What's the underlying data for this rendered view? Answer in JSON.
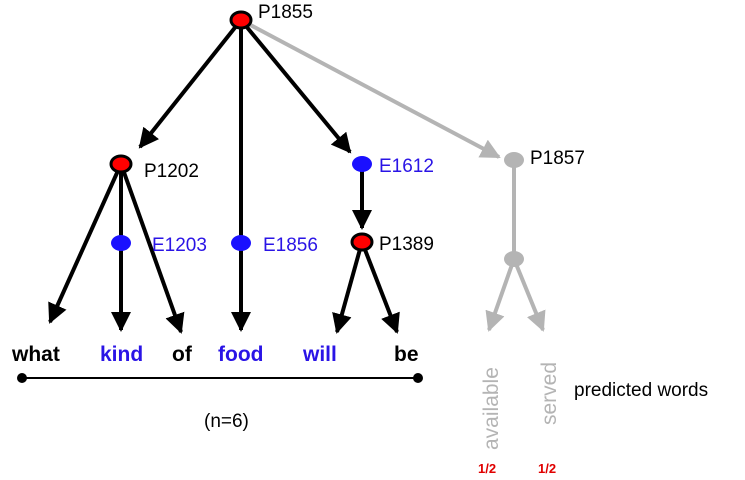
{
  "colors": {
    "black": "#000000",
    "blue": "#2a14e6",
    "gray": "#b4b4b4",
    "node_red": "#ff0000",
    "node_blue": "#1a10ff",
    "ratio_red": "#e00000"
  },
  "nodes": {
    "p1855": "P1855",
    "p1202": "P1202",
    "e1612": "E1612",
    "p1857": "P1857",
    "e1203": "E1203",
    "e1856": "E1856",
    "p1389": "P1389"
  },
  "sentence": {
    "words": [
      "what",
      "kind",
      "of",
      "food",
      "will",
      "be"
    ],
    "count_label": "(n=6)"
  },
  "predicted": {
    "words": [
      "available",
      "served"
    ],
    "ratios": [
      "1/2",
      "1/2"
    ],
    "label": "predicted words"
  }
}
